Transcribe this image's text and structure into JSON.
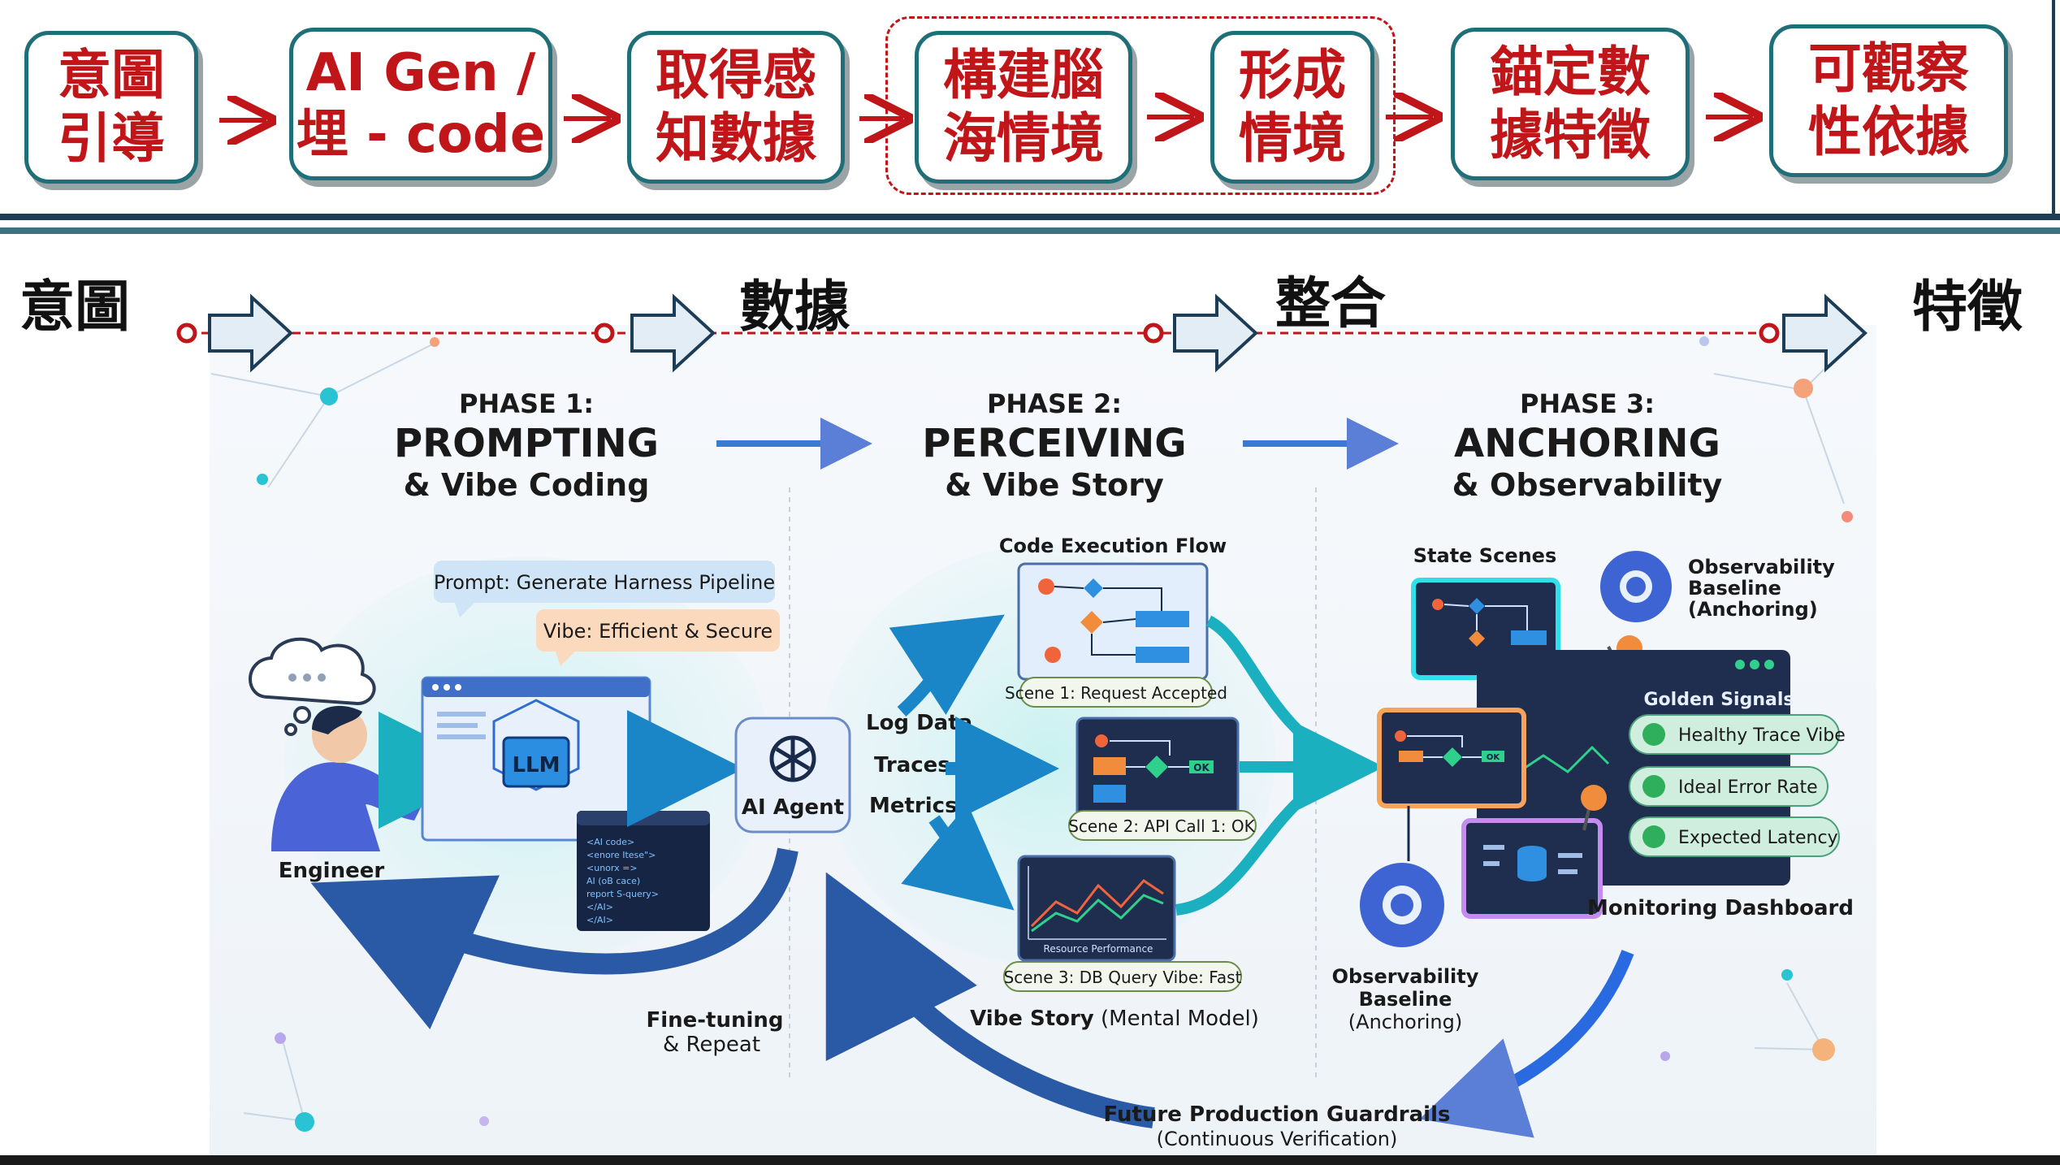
{
  "flow": {
    "steps": [
      {
        "label": "意圖\n引導"
      },
      {
        "label": "AI Gen /\n埋 - code"
      },
      {
        "label": "取得感\n知數據"
      },
      {
        "label": "構建腦\n海情境"
      },
      {
        "label": "形成\n情境"
      },
      {
        "label": "錨定數\n據特徵"
      },
      {
        "label": "可觀察\n性依據"
      }
    ]
  },
  "stages": {
    "intent": "意圖",
    "data": "數據",
    "integrate": "整合",
    "feature": "特徵"
  },
  "phases": [
    {
      "kicker": "PHASE 1:",
      "title": "PROMPTING",
      "subtitle": "& Vibe Coding"
    },
    {
      "kicker": "PHASE 2:",
      "title": "PERCEIVING",
      "subtitle": "& Vibe Story"
    },
    {
      "kicker": "PHASE 3:",
      "title": "ANCHORING",
      "subtitle": "& Observability"
    }
  ],
  "phase1": {
    "prompt_bubble": "Prompt: Generate Harness Pipeline",
    "vibe_bubble": "Vibe: Efficient & Secure",
    "llm_label": "LLM",
    "engineer_label": "Engineer",
    "code_lines": [
      "<AI code>",
      "  <enore Itese\">",
      "  <unorx =>",
      "    AI (oB cace)",
      "    report S-query>",
      "  </AI>",
      "</AI>"
    ],
    "finetune_title": "Fine-tuning",
    "finetune_sub": "& Repeat"
  },
  "agent": {
    "label": "AI Agent",
    "outputs": [
      "Log Data",
      "Traces",
      "Metrics"
    ]
  },
  "phase2": {
    "flow_title": "Code Execution Flow",
    "scene1": "Scene 1: Request Accepted",
    "scene2": "Scene 2: API Call 1: OK",
    "scene3": "Scene 3: DB Query Vibe: Fast",
    "ok_badge": "OK",
    "resource_label": "Resource Performance",
    "vibe_story_bold": "Vibe Story",
    "vibe_story_rest": " (Mental Model)"
  },
  "phase3": {
    "state_scenes": "State Scenes",
    "obs_top": [
      "Observability",
      "Baseline",
      "(Anchoring)"
    ],
    "golden_signals": "Golden Signals",
    "signals": [
      "Healthy Trace Vibe",
      "Ideal Error Rate",
      "Expected Latency"
    ],
    "monitoring": "Monitoring Dashboard",
    "obs_bottom": [
      "Observability",
      "Baseline",
      "(Anchoring)"
    ]
  },
  "guardrails": {
    "title": "Future Production Guardrails",
    "sub": "(Continuous Verification)"
  },
  "colors": {
    "teal": "#1f6f78",
    "red": "#c0161a",
    "navy": "#1d3c56",
    "blue_arrow": "#1a86c8",
    "deep_blue": "#2a5aa6",
    "card_dark": "#1f2d4f",
    "green_pill": "#cfeedd"
  }
}
